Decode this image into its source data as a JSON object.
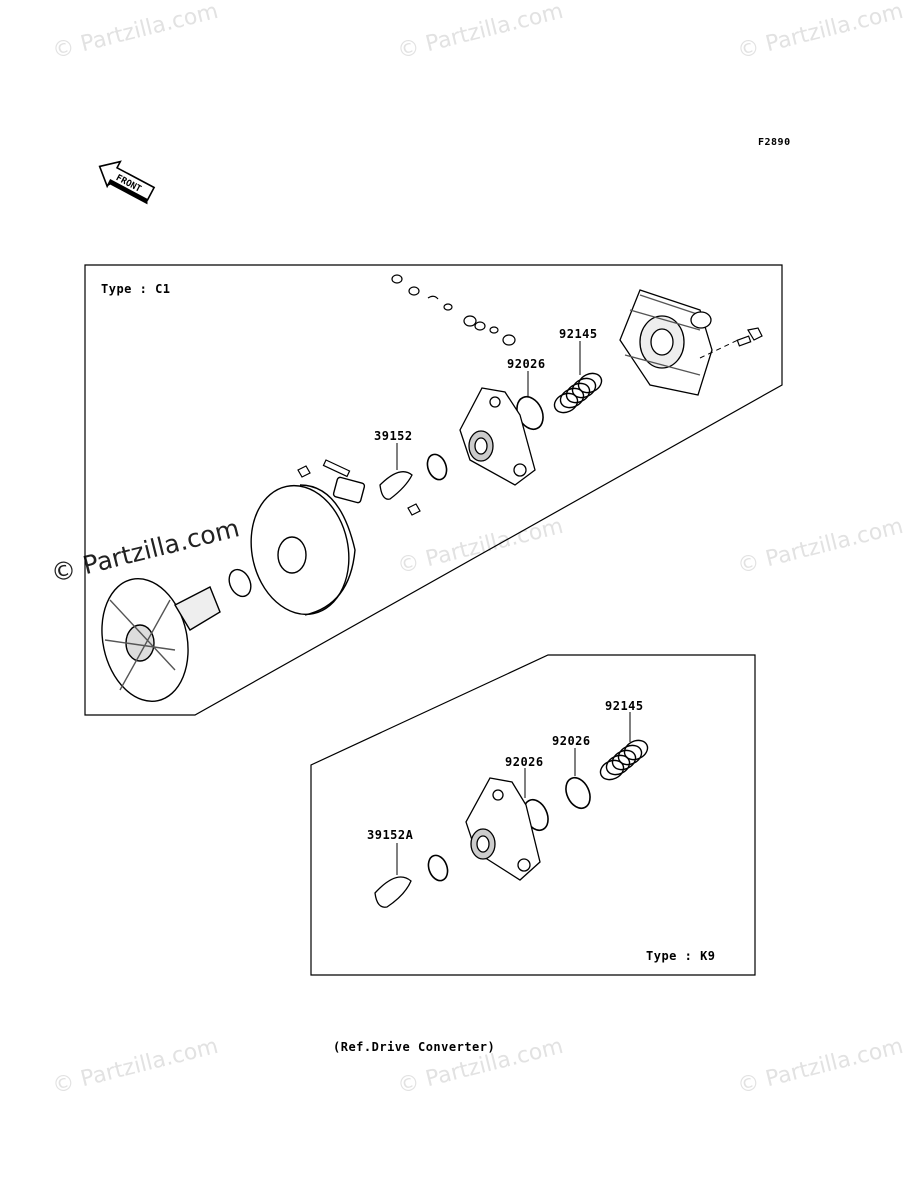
{
  "figure_code": "F2890",
  "front_label": "FRONT",
  "watermark": "© Partzilla.com",
  "caption": "(Ref.Drive Converter)",
  "panel_c1": {
    "type_label": "Type : C1",
    "parts": [
      "92145",
      "92026",
      "39152"
    ]
  },
  "panel_k9": {
    "type_label": "Type : K9",
    "parts": [
      "92145",
      "92026",
      "92026",
      "39152A"
    ]
  }
}
